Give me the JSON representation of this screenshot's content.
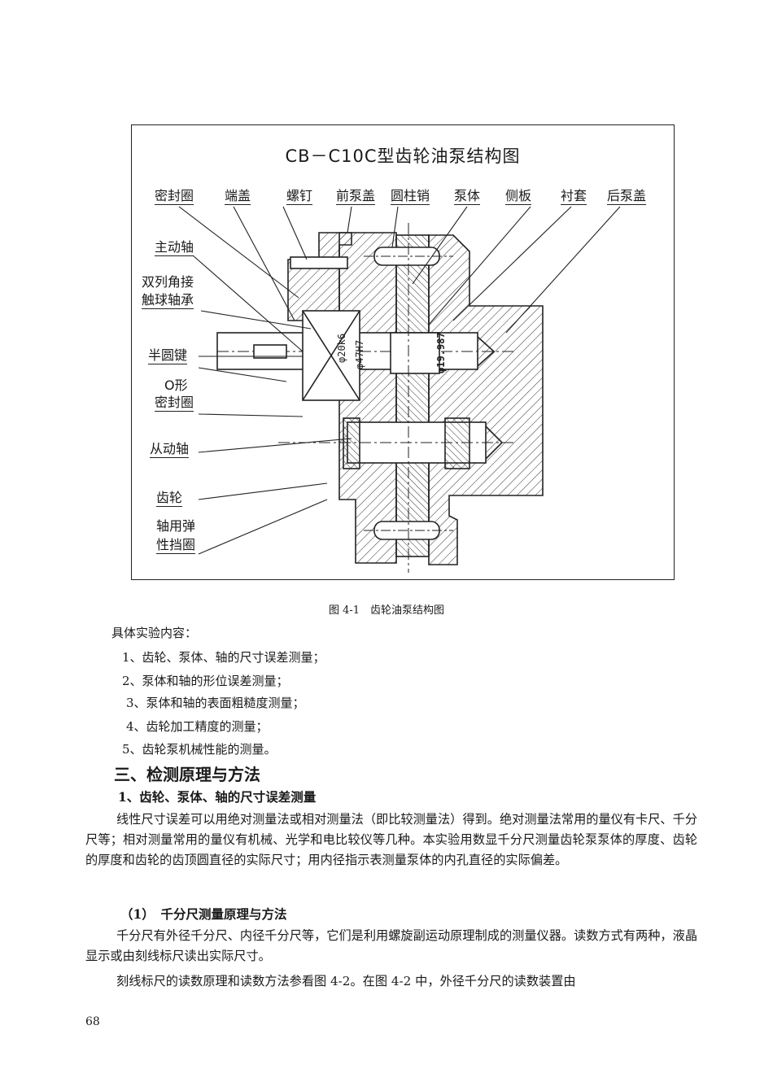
{
  "figure": {
    "title": "CB－C10C型齿轮油泵结构图",
    "top_labels": [
      "密封圈",
      "端盖",
      "螺钉",
      "前泵盖",
      "圆柱销",
      "泵体",
      "侧板",
      "衬套",
      "后泵盖"
    ],
    "left_labels": [
      "主动轴",
      "双列角接",
      "触球轴承",
      "半圆键",
      "O形",
      "密封圈",
      "从动轴",
      "齿轮",
      "轴用弹",
      "性挡圈"
    ],
    "shaft_marks": [
      "φ20k6",
      "φ47H7",
      "φ19.987"
    ],
    "caption": "图 4-1　齿轮油泵结构图"
  },
  "content": {
    "intro": "具体实验内容：",
    "items": [
      "1、齿轮、泵体、轴的尺寸误差测量；",
      "2、泵体和轴的形位误差测量；",
      "3、泵体和轴的表面粗糙度测量；",
      "4、齿轮加工精度的测量；",
      "5、齿轮泵机械性能的测量。"
    ],
    "section_heading": "三、检测原理与方法",
    "sub_heading_1": "1、齿轮、泵体、轴的尺寸误差测量",
    "para_1": "线性尺寸误差可以用绝对测量法或相对测量法（即比较测量法）得到。绝对测量法常用的量仪有卡尺、千分尺等；相对测量常用的量仪有机械、光学和电比较仪等几种。本实验用数显千分尺测量齿轮泵泵体的厚度、齿轮的厚度和齿轮的齿顶圆直径的实际尺寸；用内径指示表测量泵体的内孔直径的实际偏差。",
    "sub_heading_2": "（1）　千分尺测量原理与方法",
    "para_2": "千分尺有外径千分尺、内径千分尺等，它们是利用螺旋副运动原理制成的测量仪器。读数方式有两种，液晶显示或由刻线标尺读出实际尺寸。",
    "para_3": "刻线标尺的读数原理和读数方法参看图 4-2。在图 4-2 中，外径千分尺的读数装置由",
    "page_number": "68"
  }
}
